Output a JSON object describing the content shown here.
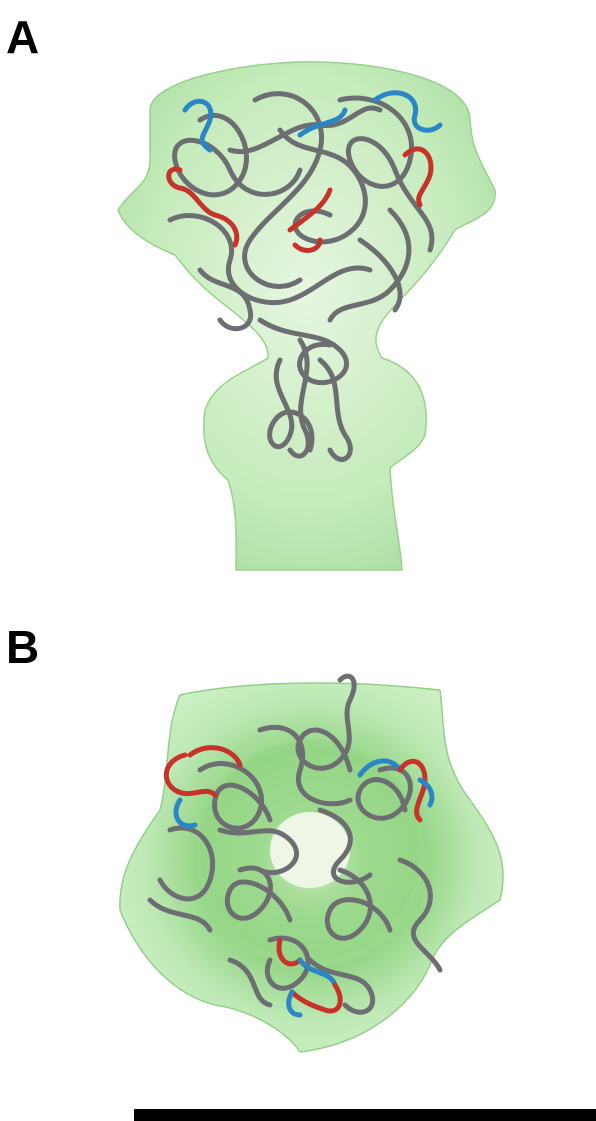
{
  "panels": [
    {
      "label": "A"
    },
    {
      "label": "B"
    }
  ],
  "colors": {
    "envelope": "#bfe9b6",
    "envelope_edge": "#93cf88",
    "envelope_inner": "#8fd47f",
    "backbone": "#6d6e72",
    "loop_red": "#c7322a",
    "loop_blue": "#2a86c6",
    "center_glow": "#eef7e6",
    "scale_bar": "#000000"
  },
  "icons": [
    "side-view-density-map",
    "top-view-density-map",
    "protein-backbone-trace",
    "scale-bar"
  ]
}
